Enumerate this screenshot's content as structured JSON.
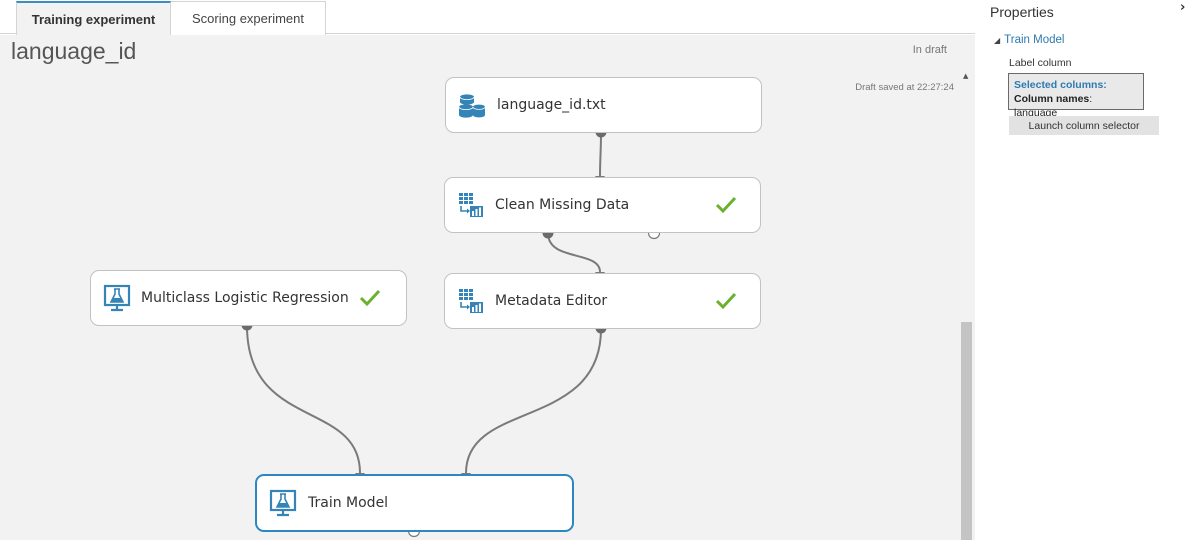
{
  "tabs": [
    {
      "label": "Training experiment",
      "active": true
    },
    {
      "label": "Scoring experiment",
      "active": false
    }
  ],
  "experiment": {
    "title": "language_id",
    "status": "In draft",
    "saved_text": "Draft saved at 22:27:24"
  },
  "modules": {
    "dataset": {
      "label": "language_id.txt",
      "icon": "dataset-icon"
    },
    "clean_missing": {
      "label": "Clean Missing Data",
      "icon": "data-transform-icon",
      "completed": true
    },
    "metadata_editor": {
      "label": "Metadata Editor",
      "icon": "data-transform-icon",
      "completed": true
    },
    "logistic_regression": {
      "label": "Multiclass Logistic Regression",
      "icon": "model-icon",
      "completed": true
    },
    "train_model": {
      "label": "Train Model",
      "icon": "model-icon",
      "selected": true
    }
  },
  "properties": {
    "title": "Properties",
    "section": "Train Model",
    "label_column": "Label column",
    "selected_columns_title": "Selected columns:",
    "column_names_key": "Column names",
    "column_names_value": ": language",
    "launch_button": "Launch column selector"
  },
  "colors": {
    "accent": "#2d87c0",
    "check": "#6ab22e",
    "icon": "#3584b7",
    "connector": "#7a7a7a"
  }
}
